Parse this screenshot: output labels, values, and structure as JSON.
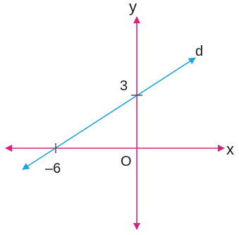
{
  "diagram": {
    "x_axis_label": "x",
    "y_axis_label": "y",
    "origin_label": "O",
    "line_label": "d",
    "x_intercept_label": "–6",
    "y_intercept_label": "3",
    "axis_color": "#d6247e",
    "line_color": "#1fa3dc",
    "tick_color": "#333333"
  }
}
